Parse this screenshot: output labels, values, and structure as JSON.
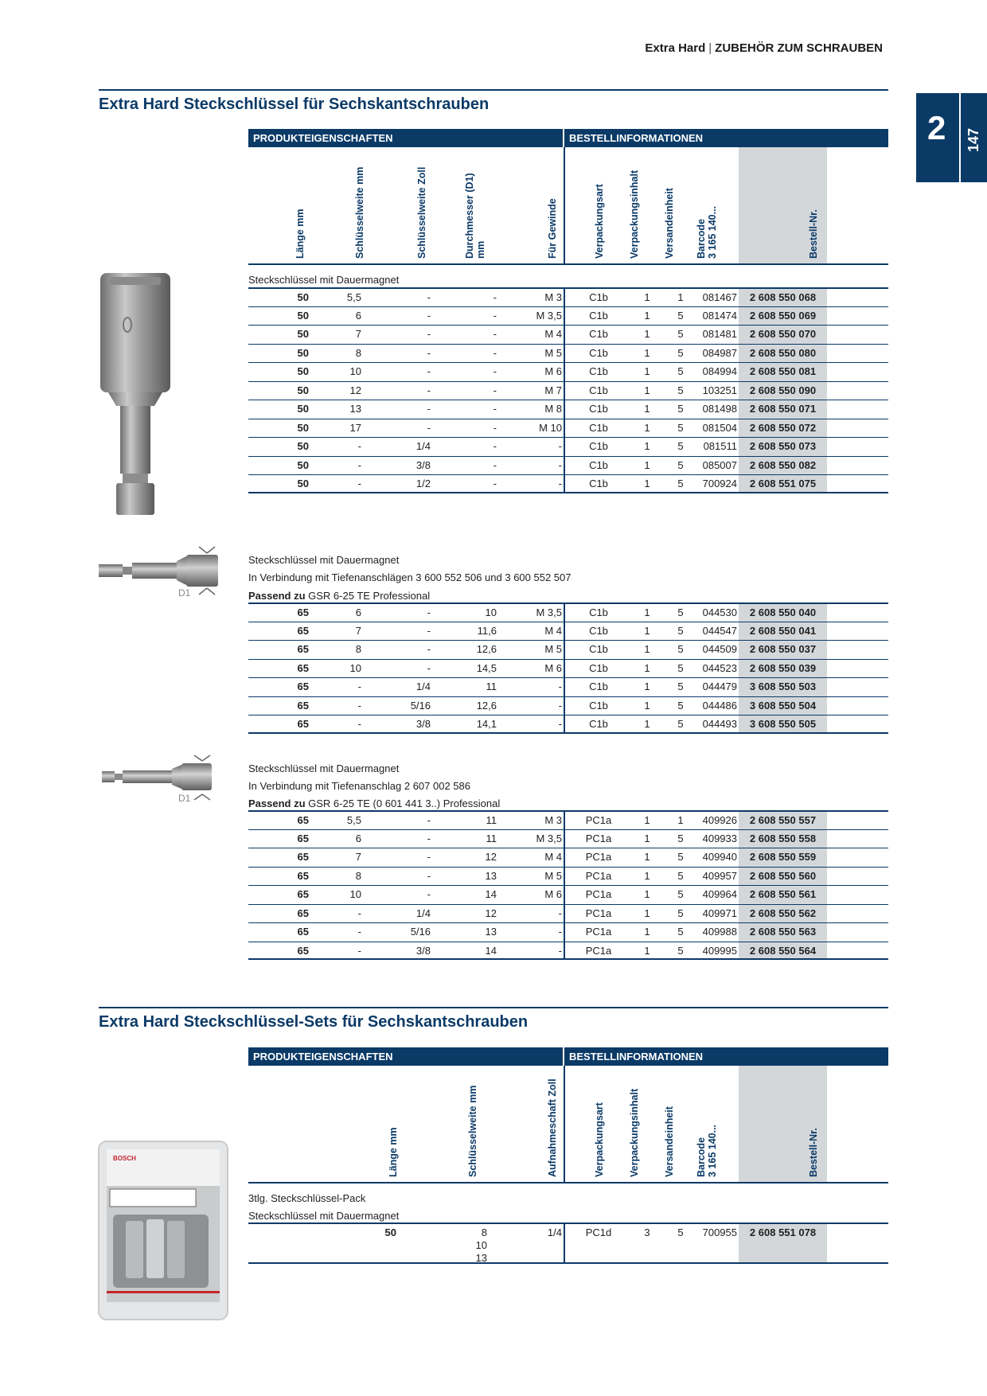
{
  "header": {
    "left": "Extra Hard",
    "separator": "|",
    "right": "ZUBEHÖR ZUM SCHRAUBEN"
  },
  "chapter": {
    "number": "2",
    "page": "147"
  },
  "section1": {
    "title": "Extra Hard Steckschlüssel für Sechskantschrauben",
    "cat_left": "PRODUKTEIGENSCHAFTEN",
    "cat_right": "BESTELLINFORMATIONEN",
    "columns": {
      "laenge": "Länge mm",
      "schluesselweite_mm": "Schlüsselweite mm",
      "schluesselweite_zoll": "Schlüsselweite Zoll",
      "durchmesser_1": "Durchmesser (D1)",
      "durchmesser_2": "mm",
      "gewinde": "Für Gewinde",
      "verpackungsart": "Verpackungsart",
      "verpackungsinhalt": "Verpackungsinhalt",
      "versandeinheit": "Versandeinheit",
      "barcode_1": "Barcode",
      "barcode_2": "3 165 140...",
      "bestellnr": "Bestell-Nr."
    },
    "groupA": {
      "desc1": "Steckschlüssel mit Dauermagnet",
      "rows": [
        [
          "50",
          "5,5",
          "-",
          "-",
          "M 3",
          "C1b",
          "1",
          "1",
          "081467",
          "2 608 550 068"
        ],
        [
          "50",
          "6",
          "-",
          "-",
          "M 3,5",
          "C1b",
          "1",
          "5",
          "081474",
          "2 608 550 069"
        ],
        [
          "50",
          "7",
          "-",
          "-",
          "M 4",
          "C1b",
          "1",
          "5",
          "081481",
          "2 608 550 070"
        ],
        [
          "50",
          "8",
          "-",
          "-",
          "M 5",
          "C1b",
          "1",
          "5",
          "084987",
          "2 608 550 080"
        ],
        [
          "50",
          "10",
          "-",
          "-",
          "M 6",
          "C1b",
          "1",
          "5",
          "084994",
          "2 608 550 081"
        ],
        [
          "50",
          "12",
          "-",
          "-",
          "M 7",
          "C1b",
          "1",
          "5",
          "103251",
          "2 608 550 090"
        ],
        [
          "50",
          "13",
          "-",
          "-",
          "M 8",
          "C1b",
          "1",
          "5",
          "081498",
          "2 608 550 071"
        ],
        [
          "50",
          "17",
          "-",
          "-",
          "M 10",
          "C1b",
          "1",
          "5",
          "081504",
          "2 608 550 072"
        ],
        [
          "50",
          "-",
          "1/4",
          "-",
          "-",
          "C1b",
          "1",
          "5",
          "081511",
          "2 608 550 073"
        ],
        [
          "50",
          "-",
          "3/8",
          "-",
          "-",
          "C1b",
          "1",
          "5",
          "085007",
          "2 608 550 082"
        ],
        [
          "50",
          "-",
          "1/2",
          "-",
          "-",
          "C1b",
          "1",
          "5",
          "700924",
          "2 608 551 075"
        ]
      ]
    },
    "groupB": {
      "desc1": "Steckschlüssel mit Dauermagnet",
      "desc2": "In Verbindung mit Tiefenanschlägen 3 600 552 506 und 3 600 552 507",
      "desc3_bold": "Passend zu",
      "desc3_rest": " GSR 6-25 TE Professional",
      "img_label": "D1",
      "rows": [
        [
          "65",
          "6",
          "-",
          "10",
          "M 3,5",
          "C1b",
          "1",
          "5",
          "044530",
          "2 608 550 040"
        ],
        [
          "65",
          "7",
          "-",
          "11,6",
          "M 4",
          "C1b",
          "1",
          "5",
          "044547",
          "2 608 550 041"
        ],
        [
          "65",
          "8",
          "-",
          "12,6",
          "M 5",
          "C1b",
          "1",
          "5",
          "044509",
          "2 608 550 037"
        ],
        [
          "65",
          "10",
          "-",
          "14,5",
          "M 6",
          "C1b",
          "1",
          "5",
          "044523",
          "2 608 550 039"
        ],
        [
          "65",
          "-",
          "1/4",
          "11",
          "-",
          "C1b",
          "1",
          "5",
          "044479",
          "3 608 550 503"
        ],
        [
          "65",
          "-",
          "5/16",
          "12,6",
          "-",
          "C1b",
          "1",
          "5",
          "044486",
          "3 608 550 504"
        ],
        [
          "65",
          "-",
          "3/8",
          "14,1",
          "-",
          "C1b",
          "1",
          "5",
          "044493",
          "3 608 550 505"
        ]
      ]
    },
    "groupC": {
      "desc1": "Steckschlüssel mit Dauermagnet",
      "desc2": "In Verbindung mit Tiefenanschlag 2 607 002 586",
      "desc3_bold": "Passend zu",
      "desc3_rest": " GSR 6-25 TE (0 601 441 3..) Professional",
      "img_label": "D1",
      "rows": [
        [
          "65",
          "5,5",
          "-",
          "11",
          "M 3",
          "PC1a",
          "1",
          "1",
          "409926",
          "2 608 550 557"
        ],
        [
          "65",
          "6",
          "-",
          "11",
          "M 3,5",
          "PC1a",
          "1",
          "5",
          "409933",
          "2 608 550 558"
        ],
        [
          "65",
          "7",
          "-",
          "12",
          "M 4",
          "PC1a",
          "1",
          "5",
          "409940",
          "2 608 550 559"
        ],
        [
          "65",
          "8",
          "-",
          "13",
          "M 5",
          "PC1a",
          "1",
          "5",
          "409957",
          "2 608 550 560"
        ],
        [
          "65",
          "10",
          "-",
          "14",
          "M 6",
          "PC1a",
          "1",
          "5",
          "409964",
          "2 608 550 561"
        ],
        [
          "65",
          "-",
          "1/4",
          "12",
          "-",
          "PC1a",
          "1",
          "5",
          "409971",
          "2 608 550 562"
        ],
        [
          "65",
          "-",
          "5/16",
          "13",
          "-",
          "PC1a",
          "1",
          "5",
          "409988",
          "2 608 550 563"
        ],
        [
          "65",
          "-",
          "3/8",
          "14",
          "-",
          "PC1a",
          "1",
          "5",
          "409995",
          "2 608 550 564"
        ]
      ]
    }
  },
  "section2": {
    "title": "Extra Hard Steckschlüssel-Sets für Sechskantschrauben",
    "cat_left": "PRODUKTEIGENSCHAFTEN",
    "cat_right": "BESTELLINFORMATIONEN",
    "columns": {
      "laenge": "Länge mm",
      "schluesselweite_mm": "Schlüsselweite mm",
      "aufnahmeschaft": "Aufnahmeschaft Zoll",
      "verpackungsart": "Verpackungsart",
      "verpackungsinhalt": "Verpackungsinhalt",
      "versandeinheit": "Versandeinheit",
      "barcode_1": "Barcode",
      "barcode_2": "3 165 140...",
      "bestellnr": "Bestell-Nr."
    },
    "desc1": "3tlg. Steckschlüssel-Pack",
    "desc2": "Steckschlüssel mit Dauermagnet",
    "row": {
      "laenge": "50",
      "sw1": "8",
      "sw2": "10",
      "sw3": "13",
      "schaft": "1/4",
      "vart": "PC1d",
      "vinh": "3",
      "vers": "5",
      "barcode": "700955",
      "nr": "2 608 551 078"
    },
    "pack_brand": "BOSCH"
  }
}
